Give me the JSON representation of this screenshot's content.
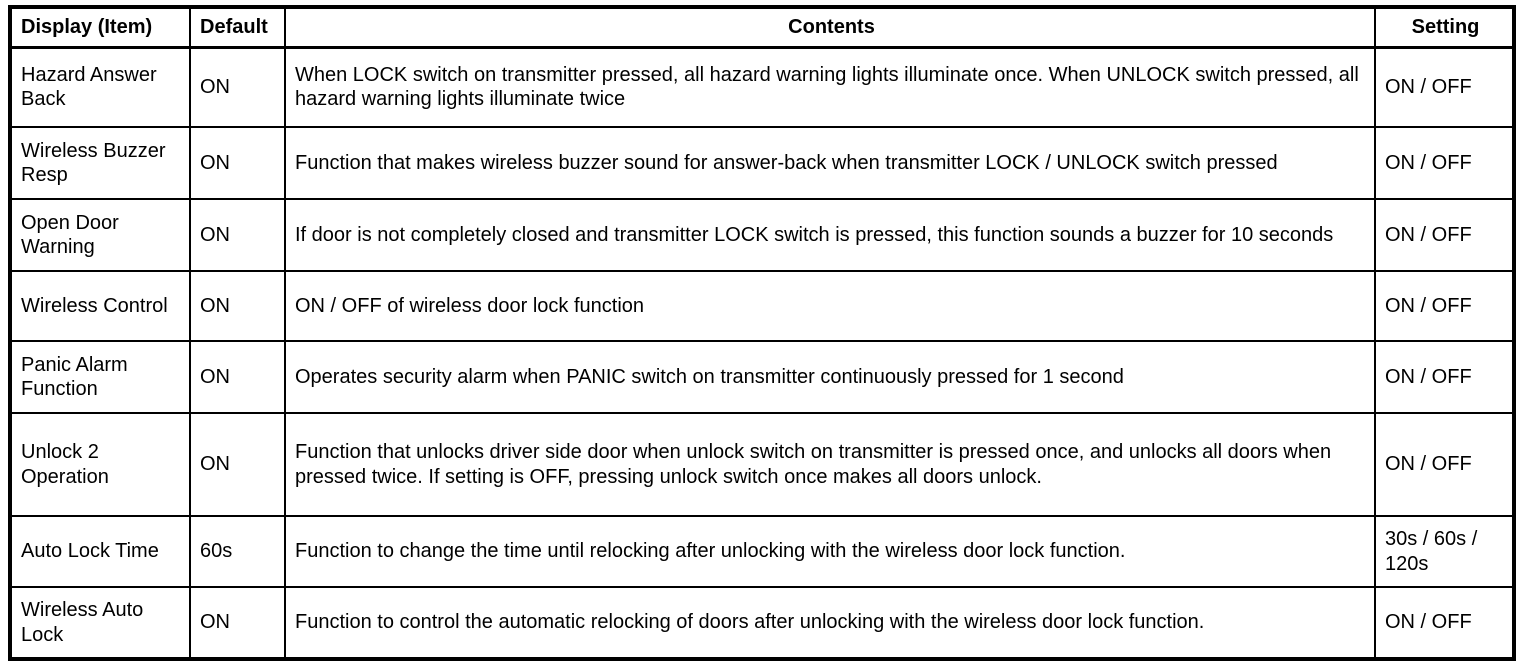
{
  "table": {
    "columns": {
      "display": "Display (Item)",
      "default": "Default",
      "contents": "Contents",
      "setting": "Setting"
    },
    "rows": [
      {
        "display": "Hazard Answer Back",
        "default": "ON",
        "contents": "When LOCK switch on transmitter pressed, all hazard warning lights illuminate once. When UNLOCK switch pressed, all hazard warning lights illuminate twice",
        "setting": "ON / OFF"
      },
      {
        "display": "Wireless Buzzer Resp",
        "default": "ON",
        "contents": "Function that makes wireless buzzer sound for answer-back when transmitter LOCK / UNLOCK switch pressed",
        "setting": "ON / OFF"
      },
      {
        "display": "Open Door Warning",
        "default": "ON",
        "contents": "If door is not completely closed and transmitter LOCK switch is pressed, this function sounds a buzzer for 10 seconds",
        "setting": "ON / OFF"
      },
      {
        "display": "Wireless Control",
        "default": "ON",
        "contents": "ON / OFF of wireless door lock function",
        "setting": "ON / OFF"
      },
      {
        "display": "Panic Alarm Function",
        "default": "ON",
        "contents": "Operates security alarm when PANIC switch on transmitter continuously pressed for 1 second",
        "setting": "ON / OFF"
      },
      {
        "display": "Unlock 2 Operation",
        "default": "ON",
        "contents": "Function that unlocks driver side door when unlock switch on transmitter is pressed once, and unlocks all doors when pressed twice. If setting is OFF, pressing unlock switch once makes all doors unlock.",
        "setting": "ON / OFF"
      },
      {
        "display": "Auto Lock Time",
        "default": "60s",
        "contents": "Function to change the time until relocking after unlocking with the wireless door lock function.",
        "setting": "30s / 60s / 120s"
      },
      {
        "display": "Wireless Auto Lock",
        "default": "ON",
        "contents": "Function to control the automatic relocking of doors after unlocking with the wireless door lock function.",
        "setting": "ON / OFF"
      }
    ]
  },
  "colors": {
    "border": "#000000",
    "text": "#000000",
    "background": "#ffffff"
  }
}
